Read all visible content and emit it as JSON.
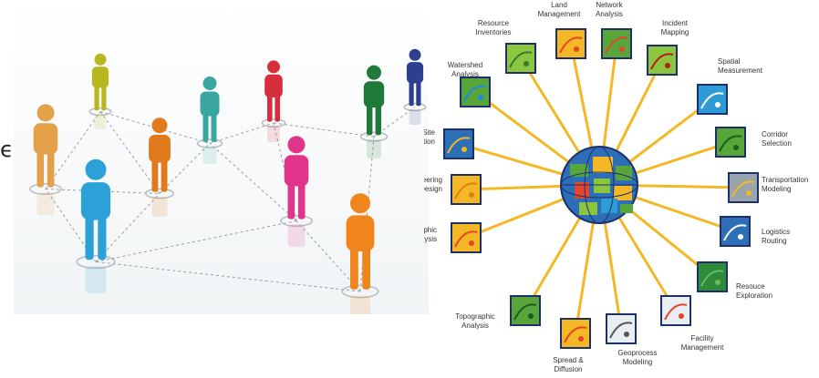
{
  "edge_glyph": "ϵ",
  "colors": {
    "spoke": "#f4b826",
    "globe_green": "#58a63a",
    "globe_blue": "#2c6fb7",
    "tile_border": "#1e2f6e"
  },
  "network_people": {
    "people": [
      {
        "color": "#2ba1d8",
        "label": "person-blue"
      },
      {
        "color": "#f0851c",
        "label": "person-orange"
      },
      {
        "color": "#e0358a",
        "label": "person-pink"
      },
      {
        "color": "#e3a14a",
        "label": "person-tan"
      },
      {
        "color": "#e07a1a",
        "label": "person-orange-2"
      },
      {
        "color": "#3aa6a0",
        "label": "person-teal"
      },
      {
        "color": "#1f7a3a",
        "label": "person-green"
      },
      {
        "color": "#d62e3a",
        "label": "person-red"
      },
      {
        "color": "#2e3f8f",
        "label": "person-navy"
      },
      {
        "color": "#b7b81f",
        "label": "person-olive"
      }
    ]
  },
  "gis": {
    "applications": [
      {
        "label_lines": [
          "Resource",
          "Inventories"
        ],
        "icon": "resource-inventories-icon"
      },
      {
        "label_lines": [
          "Land",
          "Management"
        ],
        "icon": "land-management-icon"
      },
      {
        "label_lines": [
          "Network",
          "Analysis"
        ],
        "icon": "network-analysis-icon"
      },
      {
        "label_lines": [
          "Incident",
          "Mapping"
        ],
        "icon": "incident-mapping-icon"
      },
      {
        "label_lines": [
          "Spatial",
          "Measurement"
        ],
        "icon": "spatial-measurement-icon"
      },
      {
        "label_lines": [
          "Corridor",
          "Selection"
        ],
        "icon": "corridor-selection-icon"
      },
      {
        "label_lines": [
          "Transportation",
          "Modeling"
        ],
        "icon": "transportation-modeling-icon"
      },
      {
        "label_lines": [
          "Logistics",
          "Routing"
        ],
        "icon": "logistics-routing-icon"
      },
      {
        "label_lines": [
          "Resouce",
          "Exploration"
        ],
        "icon": "resource-exploration-icon"
      },
      {
        "label_lines": [
          "Facility",
          "Management"
        ],
        "icon": "facility-management-icon"
      },
      {
        "label_lines": [
          "Geoprocess",
          "Modeling"
        ],
        "icon": "geoprocess-modeling-icon"
      },
      {
        "label_lines": [
          "Spread &",
          "Diffusion"
        ],
        "icon": "spread-diffusion-icon"
      },
      {
        "label_lines": [
          "Topographic",
          "Analysis"
        ],
        "icon": "topographic-analysis-icon"
      },
      {
        "label_lines": [
          "Demographic",
          "Analysis"
        ],
        "icon": "demographic-analysis-icon"
      },
      {
        "label_lines": [
          "Engineering",
          "Design"
        ],
        "icon": "engineering-design-icon"
      },
      {
        "label_lines": [
          "Site",
          "Selection"
        ],
        "icon": "site-selection-icon"
      },
      {
        "label_lines": [
          "Watershed",
          "Analysis"
        ],
        "icon": "watershed-analysis-icon"
      }
    ]
  }
}
